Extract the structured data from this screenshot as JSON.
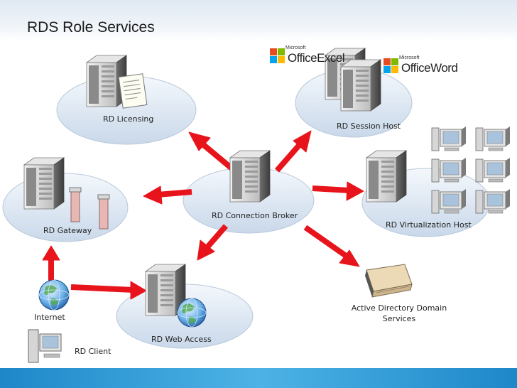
{
  "title": "RDS Role Services",
  "labels": {
    "licensing": "RD Licensing",
    "session_host": "RD Session Host",
    "connection_broker": "RD Connection Broker",
    "virtualization_host": "RD Virtualization Host",
    "gateway": "RD Gateway",
    "web_access": "RD Web Access",
    "active_directory": "Active Directory Domain Services",
    "internet": "Internet",
    "client": "RD Client"
  },
  "logos": {
    "excel": {
      "brand": "Microsoft",
      "product": "OfficeExcel"
    },
    "word": {
      "brand": "Microsoft",
      "product": "OfficeWord"
    }
  },
  "colors": {
    "arrow": "#e8141c",
    "ellipse_fill": "#d7e3f0",
    "footer": "#2a95d3"
  },
  "icons": [
    "server-icon",
    "document-icon",
    "globe-icon",
    "desktop-computer-icon",
    "binder-icon",
    "gateway-pillar-icon"
  ]
}
